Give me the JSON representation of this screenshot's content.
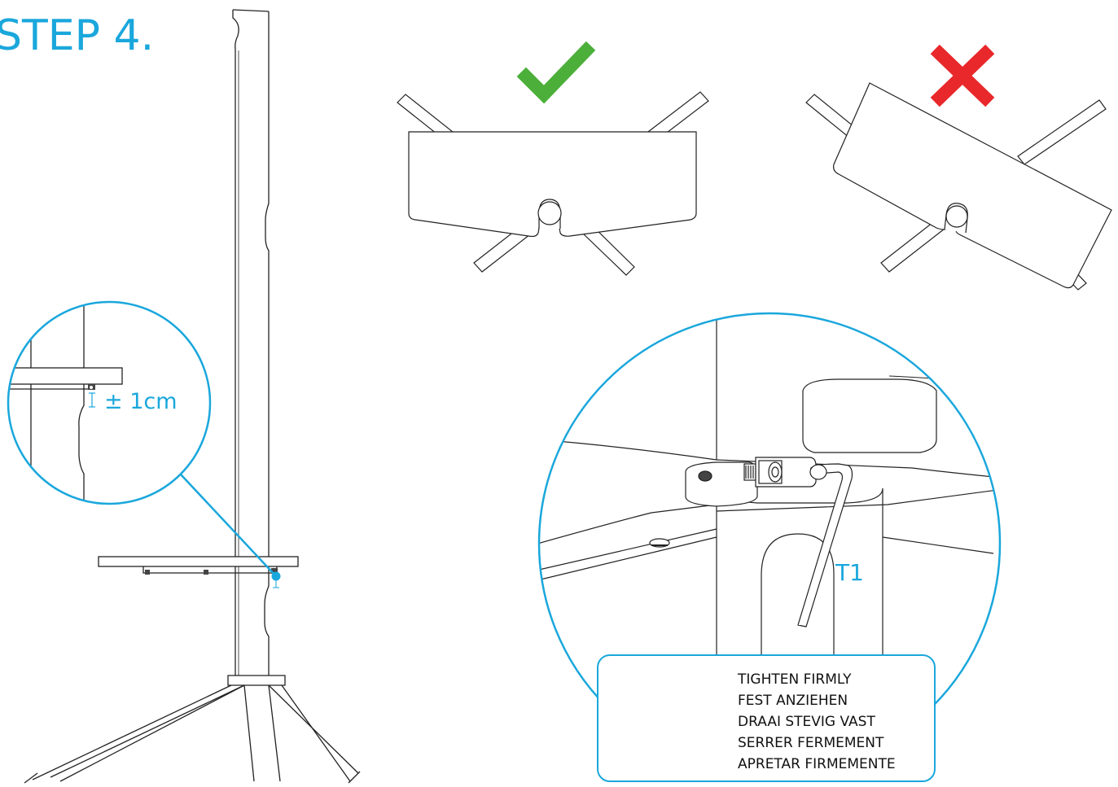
{
  "title": "STEP 4.",
  "distance_label": "± 1cm",
  "tool_label": "T1",
  "warning": {
    "lines": [
      "TIGHTEN FIRMLY",
      "FEST ANZIEHEN",
      "DRAAI STEVIG VAST",
      "SERRER FERMEMENT",
      "APRETAR FIRMEMENTE"
    ]
  },
  "icons": {
    "correct": "check-mark-icon",
    "incorrect": "cross-mark-icon",
    "warning": "warning-triangle-icon"
  },
  "colors": {
    "accent": "#1aa7dc",
    "correct": "#4caf3a",
    "incorrect": "#e8282b",
    "warning_fill": "#e6ec2c",
    "line": "#222222"
  }
}
